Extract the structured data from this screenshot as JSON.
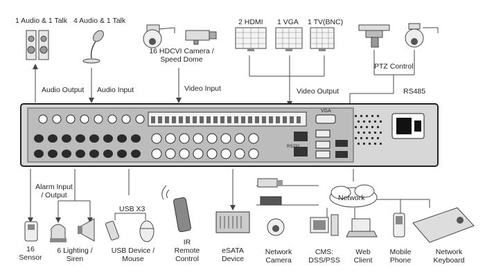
{
  "top": {
    "audio_1": "1 Audio  & 1 Talk",
    "audio_4": "4 Audio & 1 Talk",
    "camera": "16 HDCVI Camera /\nSpeed Dome",
    "hdmi": "2 HDMI",
    "vga": "1 VGA",
    "tv": "1 TV(BNC)",
    "ptz": "PTZ Control"
  },
  "interfaces": {
    "audio_output": "Audio  Output",
    "audio_input": "Audio  Input",
    "video_input": "Video Input",
    "video_output": "Video Output",
    "rs485": "RS485"
  },
  "panel": {
    "vga": "VGA",
    "rs232": "RS232"
  },
  "bottom": {
    "alarm": "Alarm Input\n/ Output",
    "usb": "USB X3",
    "network": "Network",
    "sensor": "16\nSensor",
    "lighting": "6 Lighting /\nSiren",
    "usb_device": "USB Device /\nMouse",
    "ir": "IR\nRemote\nControl",
    "esata": "eSATA\nDevice",
    "network_camera": "Network\nCamera",
    "cms": "CMS:\nDSS/PSS",
    "web": "Web\nClient",
    "mobile": "Mobile\nPhone",
    "keyboard": "Network\nKeyboard"
  }
}
